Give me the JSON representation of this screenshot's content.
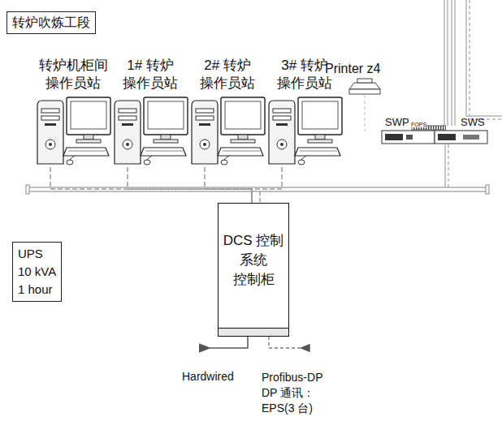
{
  "diagram": {
    "nodes": [
      {
        "text": [
          "转炉吹炼工段"
        ]
      },
      {
        "text": [
          "转炉机柜间 操作员站"
        ]
      },
      {
        "text": [
          "1# 转炉 操作员站"
        ]
      },
      {
        "text": [
          "2# 转炉 操作员站"
        ]
      },
      {
        "text": [
          "3# 转炉 操作员站"
        ]
      },
      {
        "text": [
          "DCS 控制 系统 控制柜"
        ]
      },
      {
        "text": [
          "UPS",
          "10 kVA",
          "1 hour"
        ]
      }
    ],
    "edges": [
      {
        "from": 1,
        "to": 5,
        "arrow": "none"
      },
      {
        "from": 2,
        "to": 5,
        "arrow": "none"
      },
      {
        "from": 3,
        "to": 5,
        "arrow": "none"
      },
      {
        "from": 4,
        "to": 5,
        "arrow": "none"
      }
    ],
    "labels": [
      "Printer z4",
      "SWP",
      "FOPS",
      "SWS",
      "Hardwired",
      "Profibus-DP DP 通讯： EPS(3 台)"
    ]
  }
}
